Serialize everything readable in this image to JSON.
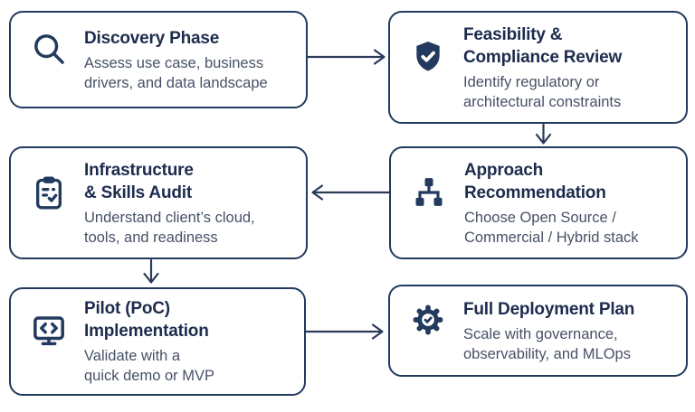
{
  "meta": {
    "background_color": "#ffffff",
    "navy_color": "#223a5e",
    "title_color": "#1d2c4e",
    "subtitle_color": "#475166"
  },
  "steps": [
    {
      "id": "discovery-phase",
      "icon": "search-icon",
      "title": "Discovery Phase",
      "title_lines": [
        "Discovery Phase"
      ],
      "subtitle": "Assess use case, business drivers, and data landscape",
      "subtitle_lines": [
        "Assess use case, business",
        "drivers, and data landscape"
      ]
    },
    {
      "id": "feasibility-compliance-review",
      "icon": "shield-check-icon",
      "title": "Feasibility & Compliance Review",
      "title_lines": [
        "Feasibility &",
        "Compliance Review"
      ],
      "subtitle": "Identify regulatory or architectural constraints",
      "subtitle_lines": [
        "Identify regulatory or",
        "architectural constraints"
      ]
    },
    {
      "id": "infrastructure-skills-audit",
      "icon": "clipboard-check-icon",
      "title": "Infrastructure & Skills Audit",
      "title_lines": [
        "Infrastructure",
        "& Skills Audit"
      ],
      "subtitle": "Understand client’s cloud, tools, and readiness",
      "subtitle_lines": [
        "Understand client’s cloud,",
        "tools, and readiness"
      ]
    },
    {
      "id": "approach-recommendation",
      "icon": "sitemap-icon",
      "title": "Approach Recommendation",
      "title_lines": [
        "Approach",
        "Recommendation"
      ],
      "subtitle": "Choose Open Source / Commercial / Hybrid stack",
      "subtitle_lines": [
        "Choose Open Source /",
        "Commercial / Hybrid stack"
      ]
    },
    {
      "id": "pilot-poc-implementation",
      "icon": "code-monitor-icon",
      "title": "Pilot (PoC) Implementation",
      "title_lines": [
        "Pilot (PoC)",
        "Implementation"
      ],
      "subtitle": "Validate with a quick demo or MVP",
      "subtitle_lines": [
        "Validate with a",
        "quick demo or MVP"
      ]
    },
    {
      "id": "full-deployment-plan",
      "icon": "gear-check-icon",
      "title": "Full Deployment Plan",
      "title_lines": [
        "Full Deployment Plan"
      ],
      "subtitle": "Scale with governance, observability, and MLOps",
      "subtitle_lines": [
        "Scale with governance,",
        "observability, and MLOps"
      ]
    }
  ],
  "connections": [
    {
      "from": "Discovery Phase",
      "to": "Feasibility & Compliance Review",
      "direction": "right"
    },
    {
      "from": "Feasibility & Compliance Review",
      "to": "Approach Recommendation",
      "direction": "down"
    },
    {
      "from": "Approach Recommendation",
      "to": "Infrastructure & Skills Audit",
      "direction": "left"
    },
    {
      "from": "Infrastructure & Skills Audit",
      "to": "Pilot (PoC) Implementation",
      "direction": "down"
    },
    {
      "from": "Pilot (PoC) Implementation",
      "to": "Full Deployment Plan",
      "direction": "right"
    }
  ]
}
